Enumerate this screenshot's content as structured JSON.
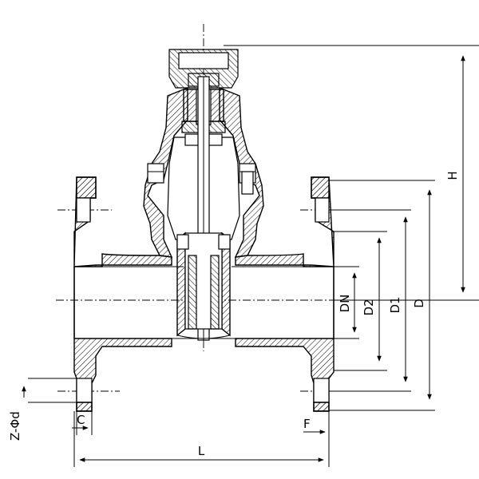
{
  "dimensions": {
    "H": "H",
    "D": "D",
    "D1": "D1",
    "D2": "D2",
    "DN": "DN",
    "L": "L",
    "C": "C",
    "F": "F",
    "Zd": "Z-Φd"
  },
  "colors": {
    "line": "#000000",
    "background": "#ffffff"
  }
}
